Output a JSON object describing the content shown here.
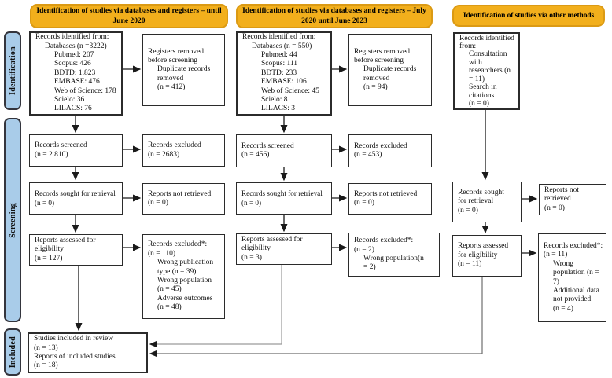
{
  "headers": [
    {
      "label": "Identification of studies via databases and registers – until June 2020"
    },
    {
      "label": "Identification of studies via databases and registers – July 2020 until June 2023"
    },
    {
      "label": "Identification of studies via other methods"
    }
  ],
  "sidebar": [
    {
      "label": "Identification"
    },
    {
      "label": "Screening"
    },
    {
      "label": "Included"
    }
  ],
  "colors": {
    "header_fill": "#F2AF1C",
    "header_border": "#DB9A14",
    "sidebar_fill": "#A9CCE9",
    "sidebar_border": "#34353D",
    "box_border": "#2B2B2B",
    "arrow": "#1A1A1A",
    "elbow_mid": "#9A9A9A",
    "elbow_right": "#6E6E6E"
  },
  "boxes": {
    "col1_identified": {
      "lines": [
        [
          "Records identified from:",
          0
        ],
        [
          "Databases (n =3222)",
          1
        ],
        [
          "Pubmed: 207",
          2
        ],
        [
          "Scopus: 426",
          2
        ],
        [
          "BDTD: 1.823",
          2
        ],
        [
          "EMBASE: 476",
          2
        ],
        [
          "Web of Science: 178",
          2
        ],
        [
          "Scielo: 36",
          2
        ],
        [
          "LILACS: 76",
          2
        ]
      ]
    },
    "col1_registers_removed": {
      "lines": [
        [
          "Registers removed",
          0
        ],
        [
          "before screening",
          0
        ],
        [
          "Duplicate records",
          1
        ],
        [
          "removed",
          1
        ],
        [
          "(n = 412)",
          1
        ]
      ]
    },
    "col1_screened": {
      "lines": [
        [
          "Records screened",
          0
        ],
        [
          "(n = 2 810)",
          0
        ]
      ]
    },
    "col1_screened_excluded": {
      "lines": [
        [
          "Records excluded",
          0
        ],
        [
          "(n = 2683)",
          0
        ]
      ]
    },
    "col1_retrieval": {
      "lines": [
        [
          "Records sought for retrieval",
          0
        ],
        [
          "(n = 0)",
          0
        ]
      ]
    },
    "col1_not_retrieved": {
      "lines": [
        [
          "Reports not retrieved",
          0
        ],
        [
          "(n = 0)",
          0
        ]
      ]
    },
    "col1_assessed": {
      "lines": [
        [
          "Reports assessed for",
          0
        ],
        [
          "eligibility",
          0
        ],
        [
          "(n = 127)",
          0
        ]
      ]
    },
    "col1_assessed_excluded": {
      "lines": [
        [
          "Records excluded*:",
          0
        ],
        [
          "(n = 110)",
          0
        ],
        [
          "Wrong publication",
          1
        ],
        [
          "type (n = 39)",
          1
        ],
        [
          "Wrong population",
          1
        ],
        [
          "(n = 45)",
          1
        ],
        [
          "Adverse outcomes",
          1
        ],
        [
          "(n = 48)",
          1
        ]
      ]
    },
    "col2_identified": {
      "lines": [
        [
          "Records identified from:",
          0
        ],
        [
          "Databases (n = 550)",
          1
        ],
        [
          "Pubmed: 44",
          2
        ],
        [
          "Scopus: 111",
          2
        ],
        [
          "BDTD: 233",
          2
        ],
        [
          "EMBASE: 106",
          2
        ],
        [
          "Web of Science: 45",
          2
        ],
        [
          "Scielo: 8",
          2
        ],
        [
          "LILACS: 3",
          2
        ]
      ]
    },
    "col2_registers_removed": {
      "lines": [
        [
          "Registers removed",
          0
        ],
        [
          "before screening",
          0
        ],
        [
          "Duplicate records",
          1
        ],
        [
          "removed",
          1
        ],
        [
          "(n = 94)",
          1
        ]
      ]
    },
    "col2_screened": {
      "lines": [
        [
          "Records screened",
          0
        ],
        [
          "(n = 456)",
          0
        ]
      ]
    },
    "col2_screened_excluded": {
      "lines": [
        [
          "Records excluded",
          0
        ],
        [
          "(n = 453)",
          0
        ]
      ]
    },
    "col2_retrieval": {
      "lines": [
        [
          "Records sought for retrieval",
          0
        ],
        [
          "(n = 0)",
          0
        ]
      ]
    },
    "col2_not_retrieved": {
      "lines": [
        [
          "Reports not retrieved",
          0
        ],
        [
          "(n = 0)",
          0
        ]
      ]
    },
    "col2_assessed": {
      "lines": [
        [
          "Reports assessed for",
          0
        ],
        [
          "eligibility",
          0
        ],
        [
          "(n = 3)",
          0
        ]
      ]
    },
    "col2_assessed_excluded": {
      "lines": [
        [
          "Records excluded*:",
          0
        ],
        [
          "(n = 2)",
          0
        ],
        [
          "Wrong population(n",
          1
        ],
        [
          "= 2)",
          1
        ]
      ]
    },
    "col3_identified": {
      "lines": [
        [
          "Records identified",
          0
        ],
        [
          "from:",
          0
        ],
        [
          "Consultation",
          1
        ],
        [
          "with",
          1
        ],
        [
          "researchers (n",
          1
        ],
        [
          "= 11)",
          1
        ],
        [
          "Search in",
          1
        ],
        [
          "citations",
          1
        ],
        [
          "(n = 0)",
          1
        ]
      ]
    },
    "col3_retrieval": {
      "lines": [
        [
          "Records sought",
          0
        ],
        [
          "for retrieval",
          0
        ],
        [
          "(n = 0)",
          0
        ]
      ]
    },
    "col3_not_retrieved": {
      "lines": [
        [
          "Reports not",
          0
        ],
        [
          "retrieved",
          0
        ],
        [
          "(n = 0)",
          0
        ]
      ]
    },
    "col3_assessed": {
      "lines": [
        [
          "Reports assessed",
          0
        ],
        [
          "for eligibility",
          0
        ],
        [
          "(n = 11)",
          0
        ]
      ]
    },
    "col3_assessed_excluded": {
      "lines": [
        [
          "Records excluded*:",
          0
        ],
        [
          "(n = 11)",
          0
        ],
        [
          "Wrong",
          1
        ],
        [
          "population (n =",
          1
        ],
        [
          "7)",
          1
        ],
        [
          "Additional data",
          1
        ],
        [
          "not provided",
          1
        ],
        [
          "(n = 4)",
          1
        ]
      ]
    },
    "included": {
      "lines": [
        [
          "Studies included in review",
          0
        ],
        [
          "(n = 13)",
          0
        ],
        [
          "Reports of included studies",
          0
        ],
        [
          "(n = 18)",
          0
        ]
      ]
    }
  }
}
